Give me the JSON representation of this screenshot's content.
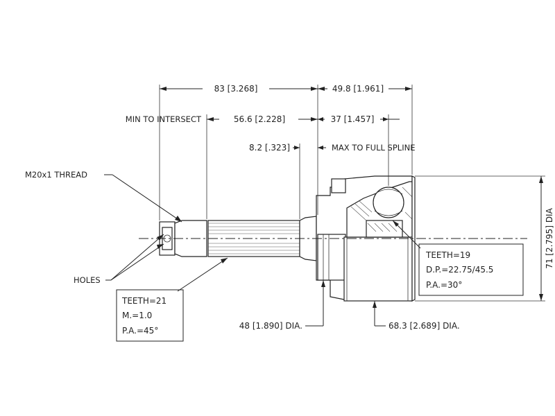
{
  "dimensions": {
    "overall_shaft": "83 [3.268]",
    "joint_length": "49.8 [1.961]",
    "min_to_intersect_label": "MIN TO INTERSECT",
    "min_to_intersect_value": "56.6 [2.228]",
    "intersect_to_center": "37 [1.457]",
    "full_spline_value": "8.2 [.323]",
    "max_to_full_spline_label": "MAX TO FULL SPLINE",
    "seal_diameter": "48 [1.890] DIA.",
    "outer_diameter": "68.3 [2.689] DIA.",
    "bell_diameter": "71 [2.795] DIA"
  },
  "labels": {
    "thread": "M20x1 THREAD",
    "holes": "HOLES"
  },
  "shaft_spec": {
    "teeth": "TEETH=21",
    "module": "M.=1.0",
    "pressure_angle": "P.A.=45°"
  },
  "inner_spec": {
    "teeth": "TEETH=19",
    "pitch_diameter": "D.P.=22.75/45.5",
    "pressure_angle": "P.A.=30°"
  }
}
